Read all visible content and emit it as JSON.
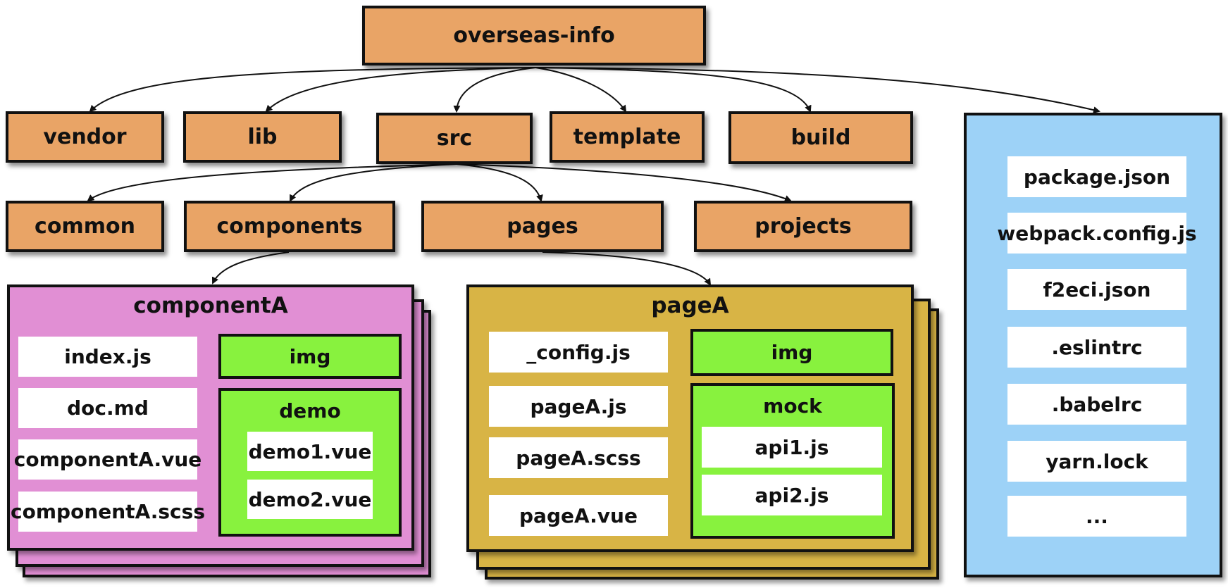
{
  "root": {
    "label": "overseas-info"
  },
  "level1": [
    {
      "id": "vendor",
      "label": "vendor"
    },
    {
      "id": "lib",
      "label": "lib"
    },
    {
      "id": "src",
      "label": "src"
    },
    {
      "id": "template",
      "label": "template"
    },
    {
      "id": "build",
      "label": "build"
    }
  ],
  "level2": [
    {
      "id": "common",
      "label": "common"
    },
    {
      "id": "components",
      "label": "components"
    },
    {
      "id": "pages",
      "label": "pages"
    },
    {
      "id": "projects",
      "label": "projects"
    }
  ],
  "componentA": {
    "title": "componentA",
    "files": [
      "index.js",
      "doc.md",
      "componentA.vue",
      "componentA.scss"
    ],
    "img_label": "img",
    "demo": {
      "title": "demo",
      "files": [
        "demo1.vue",
        "demo2.vue"
      ]
    }
  },
  "pageA": {
    "title": "pageA",
    "files": [
      "_config.js",
      "pageA.js",
      "pageA.scss",
      "pageA.vue"
    ],
    "img_label": "img",
    "mock": {
      "title": "mock",
      "files": [
        "api1.js",
        "api2.js"
      ]
    }
  },
  "root_files": [
    "package.json",
    "webpack.config.js",
    "f2eci.json",
    ".eslintrc",
    ".babelrc",
    "yarn.lock",
    "..."
  ],
  "colors": {
    "folder": "#e9a466",
    "component_group": "#e18fd4",
    "page_group": "#d8b445",
    "root_files_group": "#9dd2f7",
    "subfolder": "#88f23e"
  }
}
